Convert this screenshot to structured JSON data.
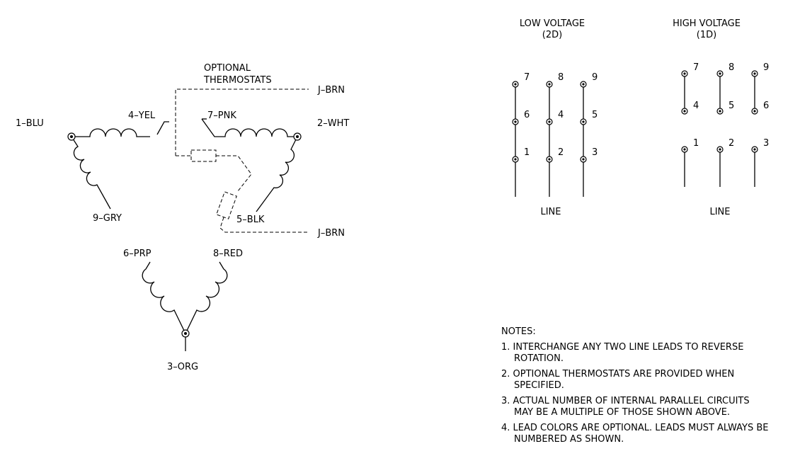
{
  "wiring": {
    "thermostats_label_line1": "OPTIONAL",
    "thermostats_label_line2": "THERMOSTATS",
    "leads": {
      "l1": "1–BLU",
      "l2": "2–WHT",
      "l3": "3–ORG",
      "l4": "4–YEL",
      "l5": "5–BLK",
      "l6": "6–PRP",
      "l7": "7–PNK",
      "l8": "8–RED",
      "l9": "9–GRY",
      "jbrn_top": "J–BRN",
      "jbrn_bottom": "J–BRN"
    }
  },
  "low_voltage": {
    "title": "LOW VOLTAGE",
    "subtitle": "(2D)",
    "terminals": [
      "7",
      "8",
      "9",
      "6",
      "4",
      "5",
      "1",
      "2",
      "3"
    ],
    "line_label": "LINE"
  },
  "high_voltage": {
    "title": "HIGH VOLTAGE",
    "subtitle": "(1D)",
    "terminals": [
      "7",
      "8",
      "9",
      "4",
      "5",
      "6",
      "1",
      "2",
      "3"
    ],
    "line_label": "LINE"
  },
  "notes": {
    "heading": "NOTES:",
    "lines": [
      "1. INTERCHANGE ANY TWO LINE LEADS TO REVERSE",
      "ROTATION.",
      "2. OPTIONAL THERMOSTATS ARE PROVIDED WHEN",
      "SPECIFIED.",
      "3. ACTUAL NUMBER OF INTERNAL PARALLEL CIRCUITS",
      "MAY BE A MULTIPLE OF THOSE SHOWN ABOVE.",
      "4. LEAD COLORS ARE OPTIONAL.  LEADS MUST ALWAYS BE",
      "NUMBERED AS SHOWN."
    ]
  }
}
